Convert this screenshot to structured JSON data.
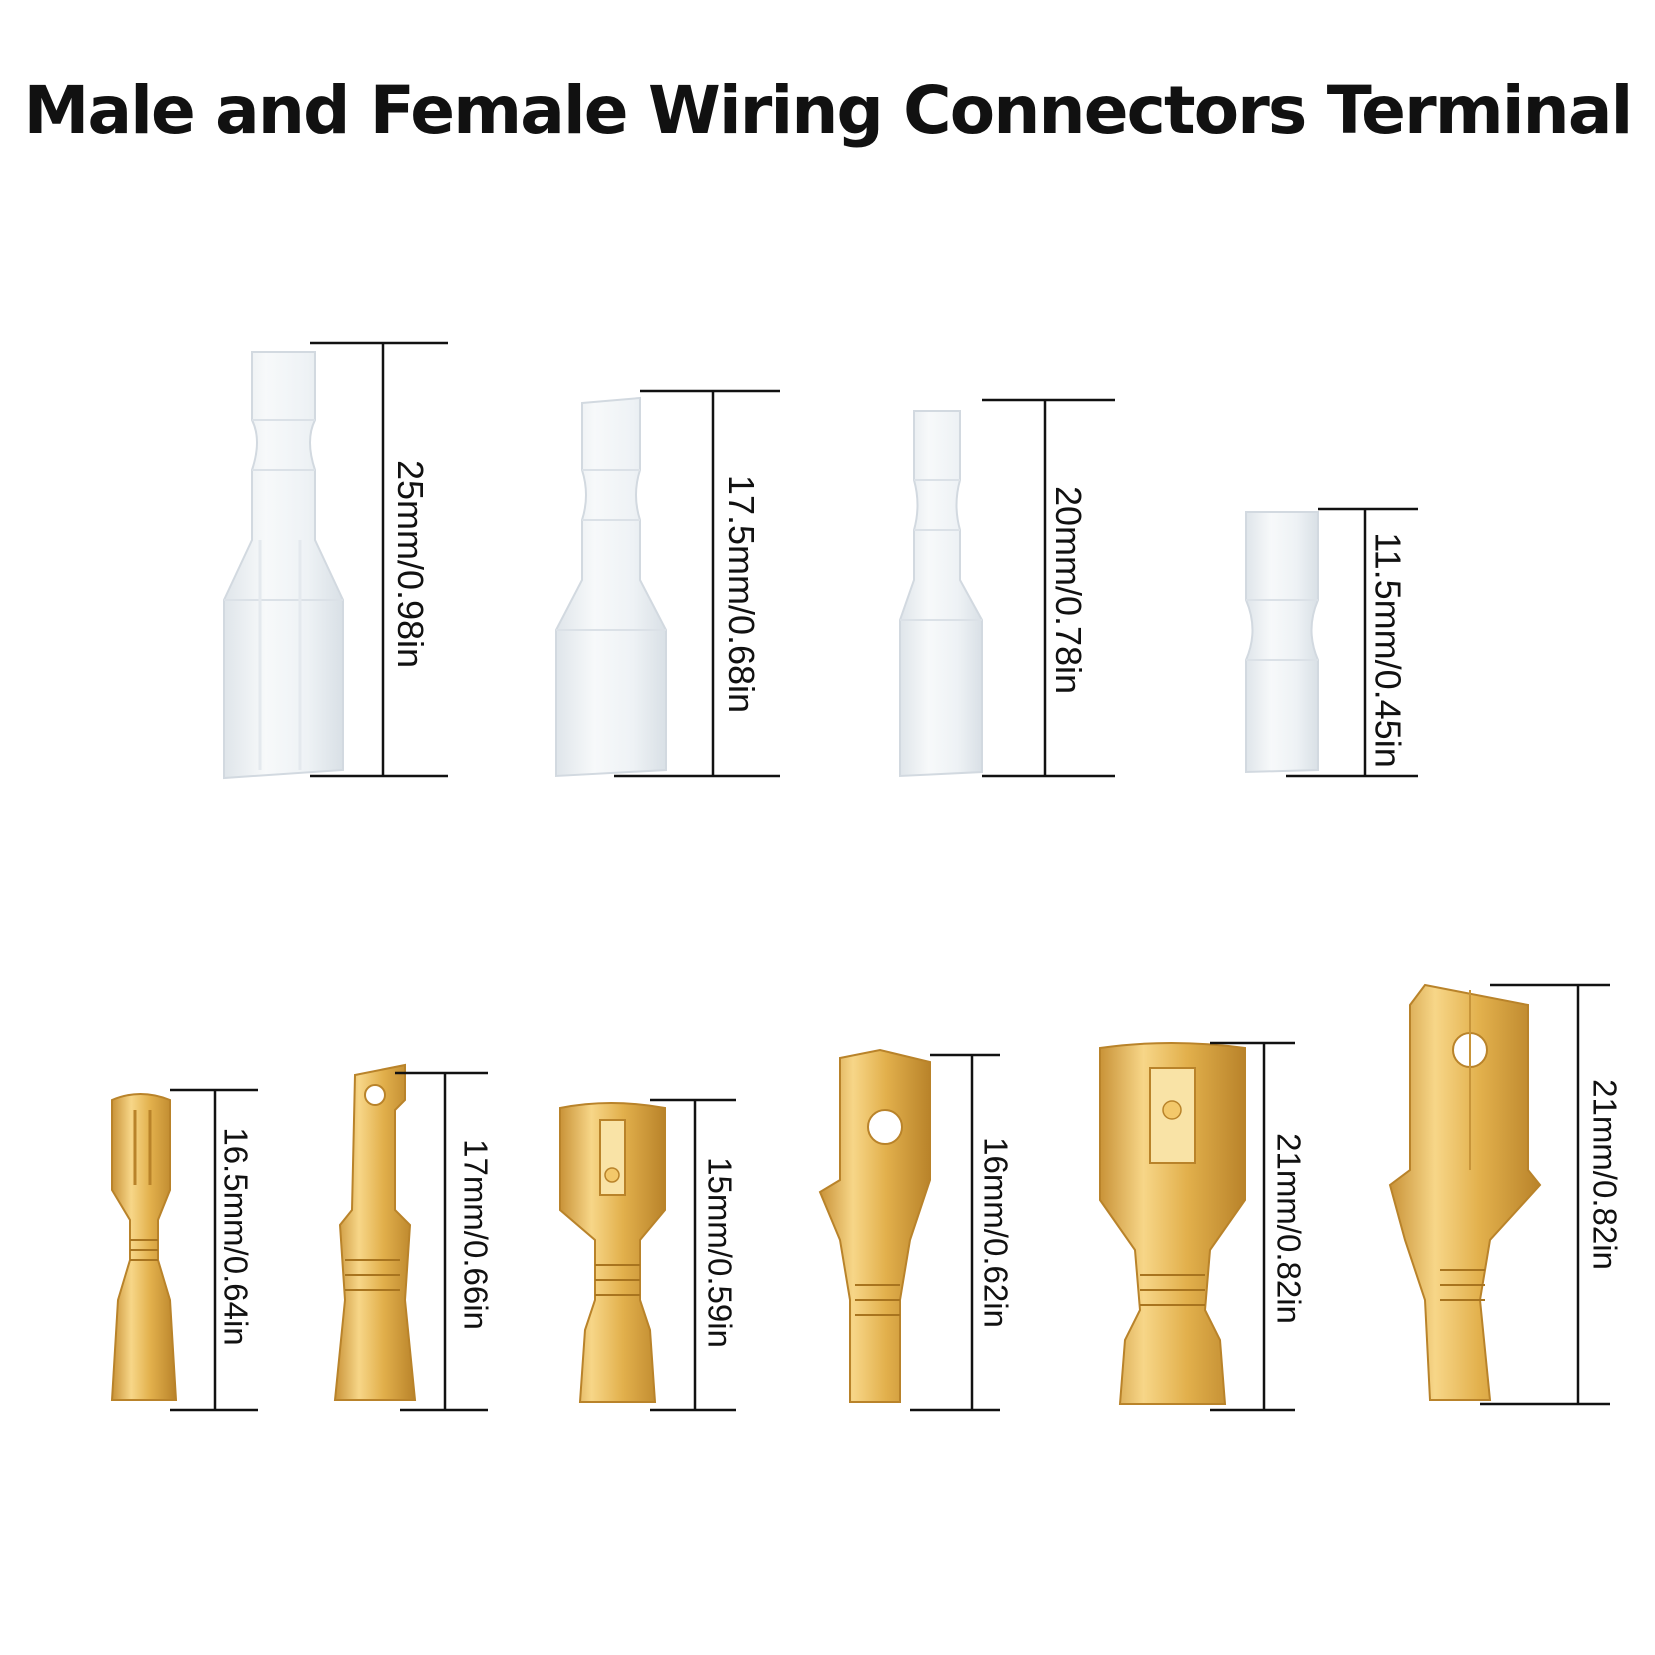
{
  "title": "Male and Female Wiring Connectors Terminal",
  "colors": {
    "text": "#111111",
    "dimension_line": "#111111",
    "sleeve": "#eef1f4",
    "sleeve_edge": "#d7dde4",
    "brass_light": "#f6d27e",
    "brass_mid": "#dcaa45",
    "brass_dark": "#b9832a"
  },
  "sleeves": [
    {
      "type": "insulating-sleeve",
      "size": "25mm/0.98in"
    },
    {
      "type": "insulating-sleeve",
      "size": "17.5mm/0.68in"
    },
    {
      "type": "insulating-sleeve",
      "size": "20mm/0.78in"
    },
    {
      "type": "insulating-sleeve",
      "size": "11.5mm/0.45in"
    }
  ],
  "terminals": [
    {
      "type": "female-terminal",
      "size": "16.5mm/0.64in"
    },
    {
      "type": "male-terminal",
      "size": "17mm/0.66in"
    },
    {
      "type": "female-terminal",
      "size": "15mm/0.59in"
    },
    {
      "type": "male-terminal",
      "size": "16mm/0.62in"
    },
    {
      "type": "female-terminal",
      "size": "21mm/0.82in"
    },
    {
      "type": "male-terminal",
      "size": "21mm/0.82in"
    }
  ]
}
